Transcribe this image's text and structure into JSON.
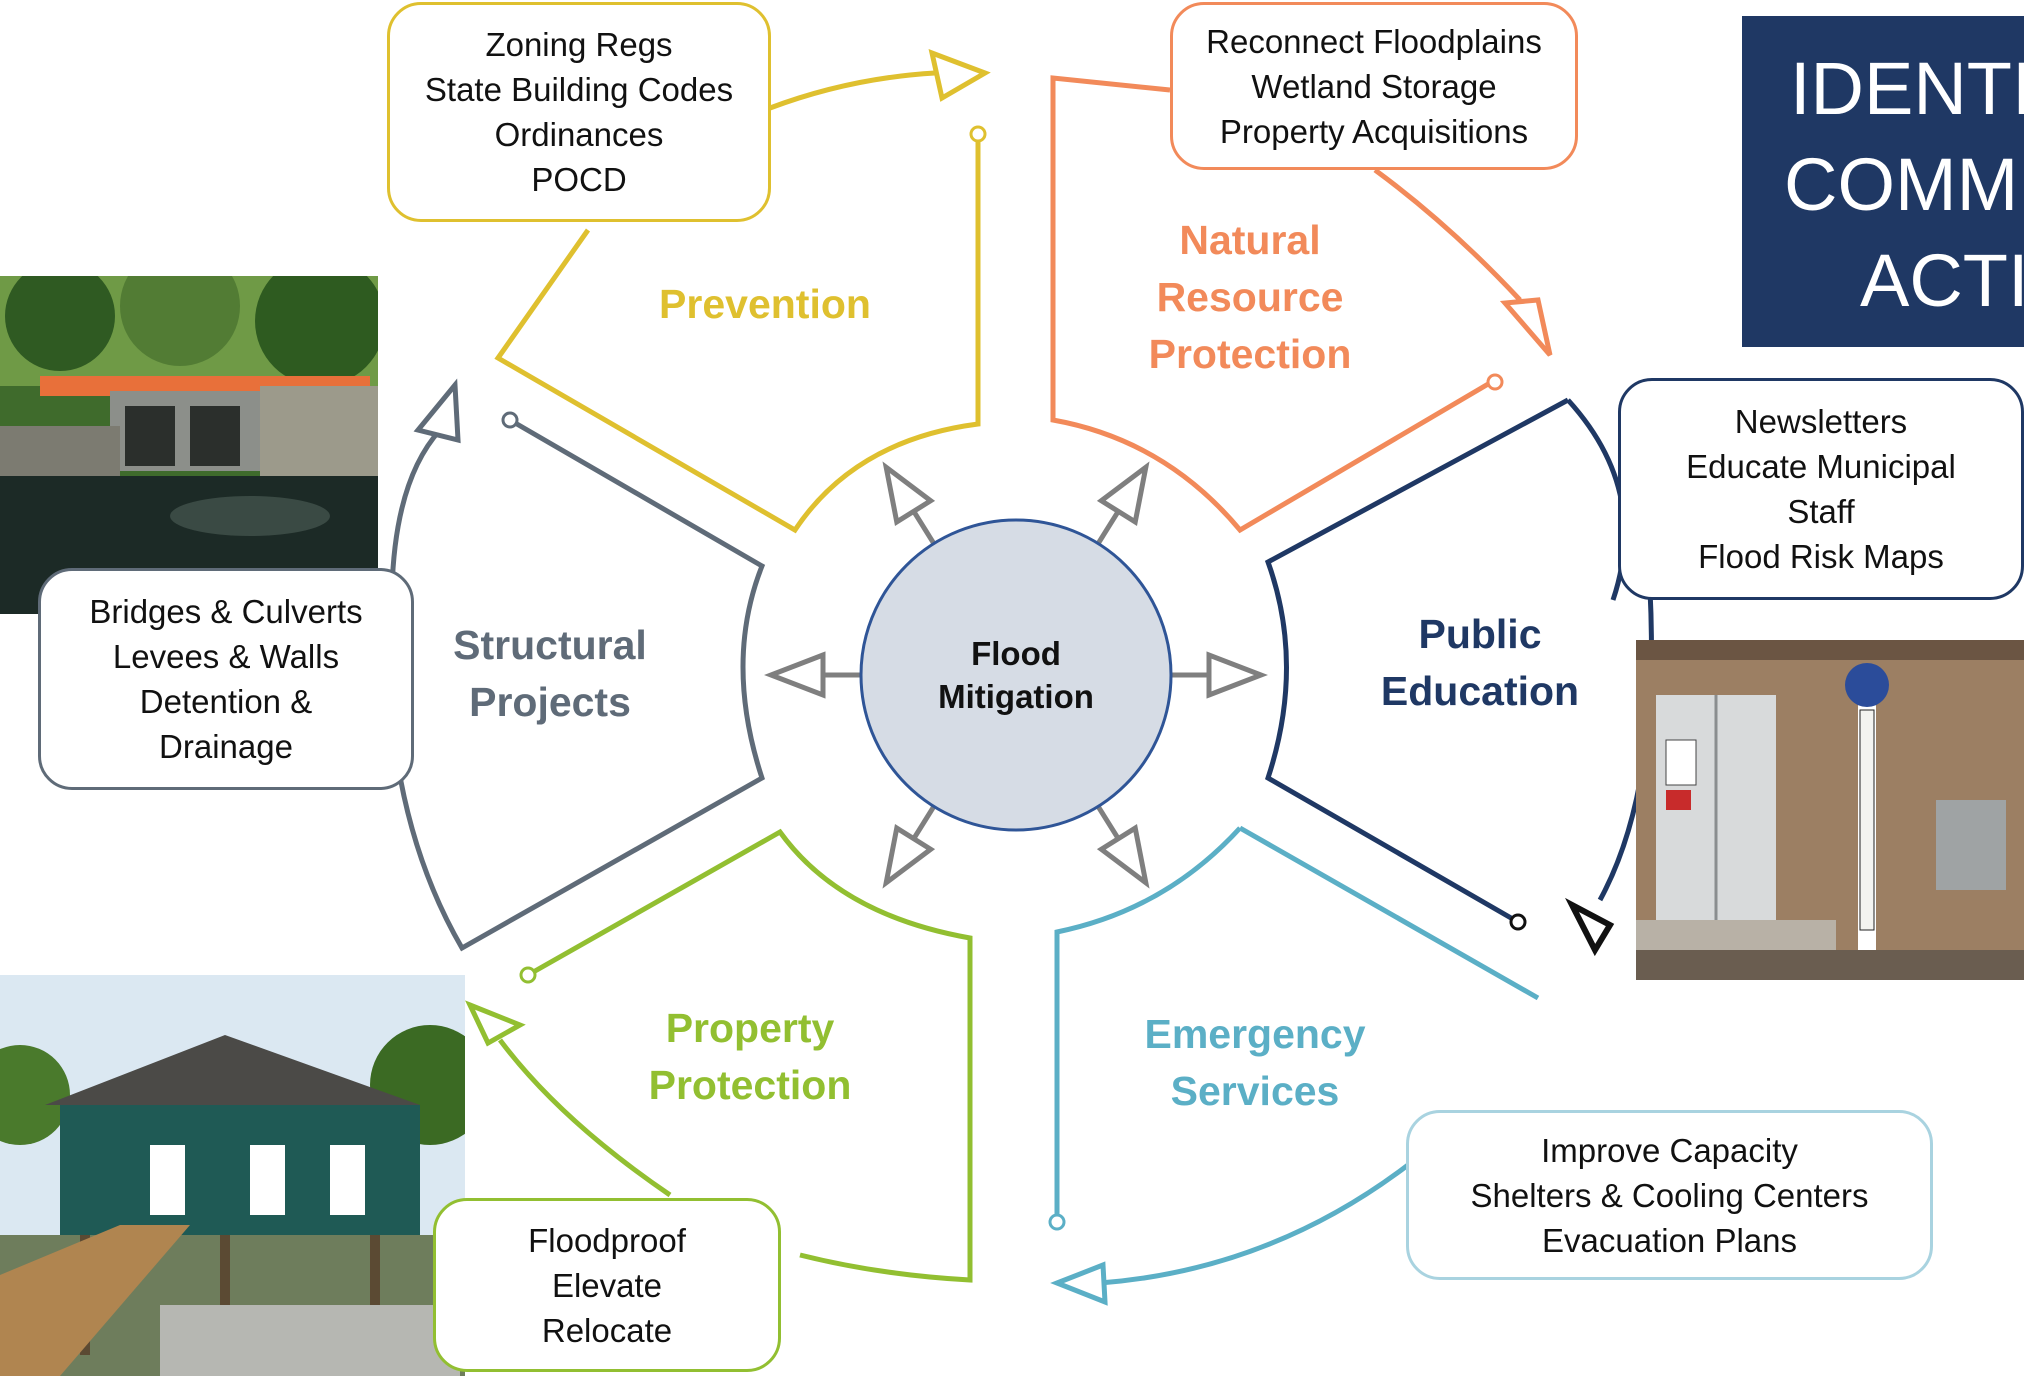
{
  "center": {
    "line1": "Flood",
    "line2": "Mitigation",
    "fill": "#d6dce5",
    "stroke": "#2f5597"
  },
  "title_panel": {
    "lines": [
      "IDENTI",
      "COMM",
      "ACTIC"
    ],
    "background": "#1f3864"
  },
  "categories": {
    "prevention": {
      "label": [
        "Prevention"
      ],
      "color": "#dfc02f"
    },
    "natural": {
      "label": [
        "Natural",
        "Resource",
        "Protection"
      ],
      "color": "#f28a5a"
    },
    "public": {
      "label": [
        "Public",
        "Education"
      ],
      "color": "#1f3864"
    },
    "emergency": {
      "label": [
        "Emergency",
        "Services"
      ],
      "color": "#5bafc6"
    },
    "property": {
      "label": [
        "Property",
        "Protection"
      ],
      "color": "#92bf31"
    },
    "structural": {
      "label": [
        "Structural",
        "Projects"
      ],
      "color": "#5f6b78"
    }
  },
  "boxes": {
    "prevention": [
      "Zoning Regs",
      "State Building Codes",
      "Ordinances",
      "POCD"
    ],
    "natural": [
      "Reconnect Floodplains",
      "Wetland Storage",
      "Property Acquisitions"
    ],
    "public": [
      "Newsletters",
      "Educate Municipal",
      "Staff",
      "Flood Risk Maps"
    ],
    "emergency": [
      "Improve Capacity",
      "Shelters & Cooling Centers",
      "Evacuation Plans"
    ],
    "property": [
      "Floodproof",
      "Elevate",
      "Relocate"
    ],
    "structural": [
      "Bridges & Culverts",
      "Levees & Walls",
      "Detention &",
      "Drainage"
    ]
  },
  "icons": {
    "photo_bridge": "bridge-culvert-photo-icon",
    "photo_shelter": "evacuation-shelter-photo-icon",
    "photo_house": "elevated-house-photo-icon",
    "photo_signpost": "evacuation-route-sign-icon"
  }
}
